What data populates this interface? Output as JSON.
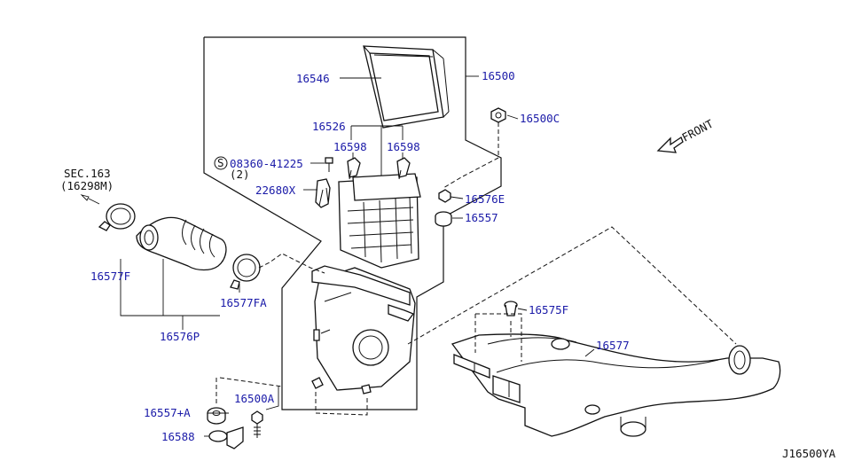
{
  "labels": {
    "l16546": "16546",
    "l16500": "16500",
    "l16526": "16526",
    "l16598a": "16598",
    "l16598b": "16598",
    "l16500c": "16500C",
    "l08360": "08360-41225",
    "l08360qty": "(2)",
    "l22680x": "22680X",
    "l16576e": "16576E",
    "l16557": "16557",
    "sec_title": "SEC.163",
    "sec_ref": "(16298M)",
    "l16577f": "16577F",
    "l16577fa": "16577FA",
    "l16576p": "16576P",
    "l16575f": "16575F",
    "l16577": "16577",
    "l16557a": "16557+A",
    "l16500a": "16500A",
    "l16588": "16588",
    "front": "FRONT",
    "s_mark": "S",
    "diagram_id": "J16500YA"
  },
  "colors": {
    "part_number_text": "#1a1aa8",
    "reference_text": "#111111",
    "linework": "#111111",
    "background": "#ffffff"
  }
}
